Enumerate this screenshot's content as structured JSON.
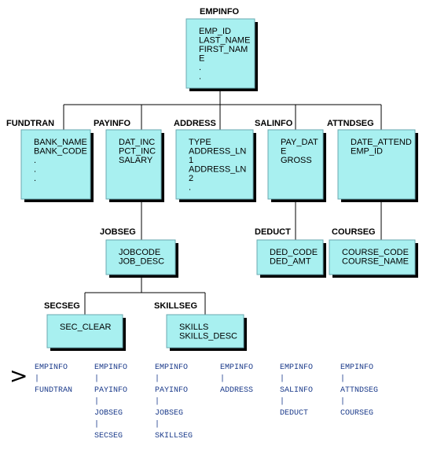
{
  "nodes": [
    {
      "title": "EMPINFO",
      "fields": [
        "EMP_ID",
        "LAST_NAME",
        "FIRST_NAM",
        "E",
        ".",
        "."
      ]
    },
    {
      "title": "FUNDTRAN",
      "fields": [
        "BANK_NAME",
        "BANK_CODE",
        ".",
        ".",
        "."
      ]
    },
    {
      "title": "PAYINFO",
      "fields": [
        "DAT_INC",
        "PCT_INC",
        "SALARY"
      ]
    },
    {
      "title": "ADDRESS",
      "fields": [
        "TYPE",
        "ADDRESS_LN",
        "1",
        "ADDRESS_LN",
        "2",
        "."
      ]
    },
    {
      "title": "SALINFO",
      "fields": [
        "PAY_DAT",
        "E",
        "GROSS"
      ]
    },
    {
      "title": "ATTNDSEG",
      "fields": [
        "DATE_ATTEND",
        "EMP_ID"
      ]
    },
    {
      "title": "JOBSEG",
      "fields": [
        "JOBCODE",
        "JOB_DESC"
      ]
    },
    {
      "title": "DEDUCT",
      "fields": [
        "DED_CODE",
        "DED_AMT"
      ]
    },
    {
      "title": "COURSEG",
      "fields": [
        "COURSE_CODE",
        "COURSE_NAME"
      ]
    },
    {
      "title": "SECSEG",
      "fields": [
        "SEC_CLEAR"
      ]
    },
    {
      "title": "SKILLSEG",
      "fields": [
        "SKILLS",
        "SKILLS_DESC"
      ]
    }
  ],
  "paths_marker": ">",
  "paths": [
    [
      "EMPINFO",
      "|",
      "FUNDTRAN"
    ],
    [
      "EMPINFO",
      "|",
      "PAYINFO",
      "|",
      "JOBSEG",
      "|",
      "SECSEG"
    ],
    [
      "EMPINFO",
      "|",
      "PAYINFO",
      "|",
      "JOBSEG",
      "|",
      "SKILLSEG"
    ],
    [
      "EMPINFO",
      "|",
      "ADDRESS"
    ],
    [
      "EMPINFO",
      "|",
      "SALINFO",
      "|",
      "DEDUCT"
    ],
    [
      "EMPINFO",
      "|",
      "ATTNDSEG",
      "|",
      "COURSEG"
    ]
  ],
  "colors": {
    "box_fill": "#a8f0f0",
    "box_border": "#6aa8b0",
    "shadow": "#000000",
    "path_text": "#1a3a8a"
  }
}
